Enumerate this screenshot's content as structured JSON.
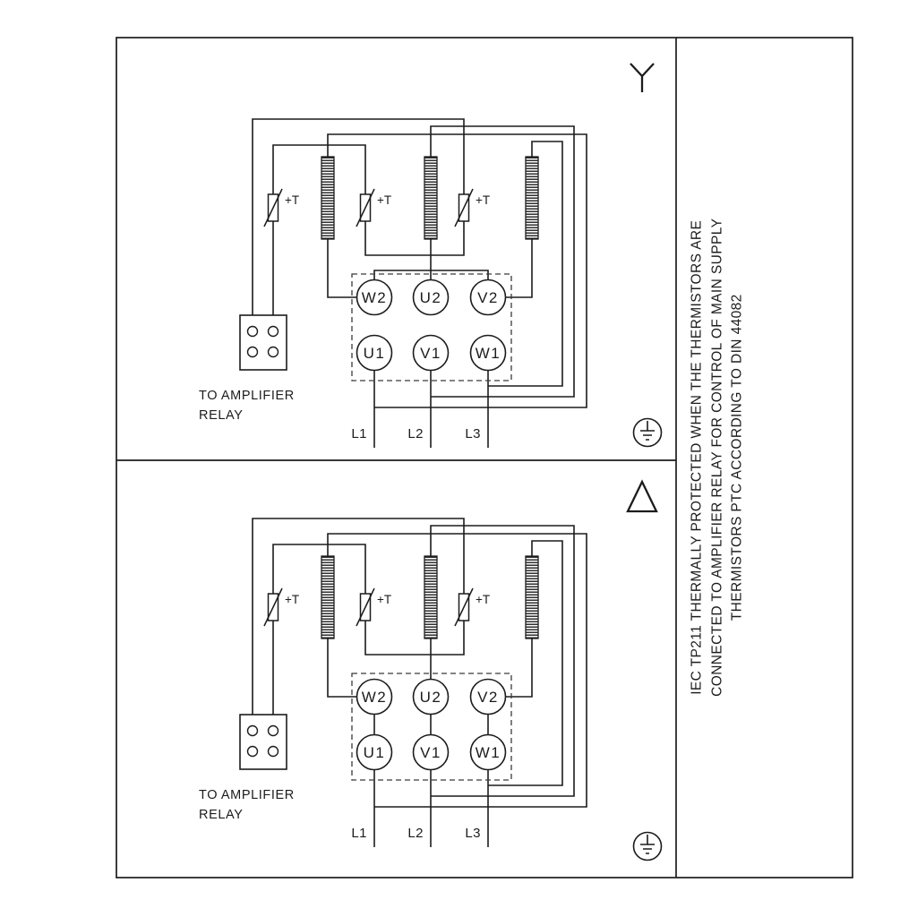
{
  "diagram": {
    "sections": [
      {
        "id": "star",
        "connection_symbol": "star",
        "thermistor_labels": [
          "+T",
          "+T",
          "+T"
        ],
        "terminals_top": [
          "W2",
          "U2",
          "V2"
        ],
        "terminals_bottom": [
          "U1",
          "V1",
          "W1"
        ],
        "supply_labels": [
          "L1",
          "L2",
          "L3"
        ],
        "relay_caption_line1": "TO AMPLIFIER",
        "relay_caption_line2": "RELAY"
      },
      {
        "id": "delta",
        "connection_symbol": "delta",
        "thermistor_labels": [
          "+T",
          "+T",
          "+T"
        ],
        "terminals_top": [
          "W2",
          "U2",
          "V2"
        ],
        "terminals_bottom": [
          "U1",
          "V1",
          "W1"
        ],
        "supply_labels": [
          "L1",
          "L2",
          "L3"
        ],
        "relay_caption_line1": "TO AMPLIFIER",
        "relay_caption_line2": "RELAY"
      }
    ],
    "side_note_lines": [
      "IEC TP211 THERMALLY PROTECTED WHEN THE THERMISTORS ARE",
      "CONNECTED TO AMPLIFIER RELAY FOR CONTROL OF MAIN SUPPLY",
      "THERMISTORS PTC ACCORDING TO DIN 44082"
    ],
    "colors": {
      "line": "#1c1c1c",
      "background": "#ffffff"
    }
  }
}
